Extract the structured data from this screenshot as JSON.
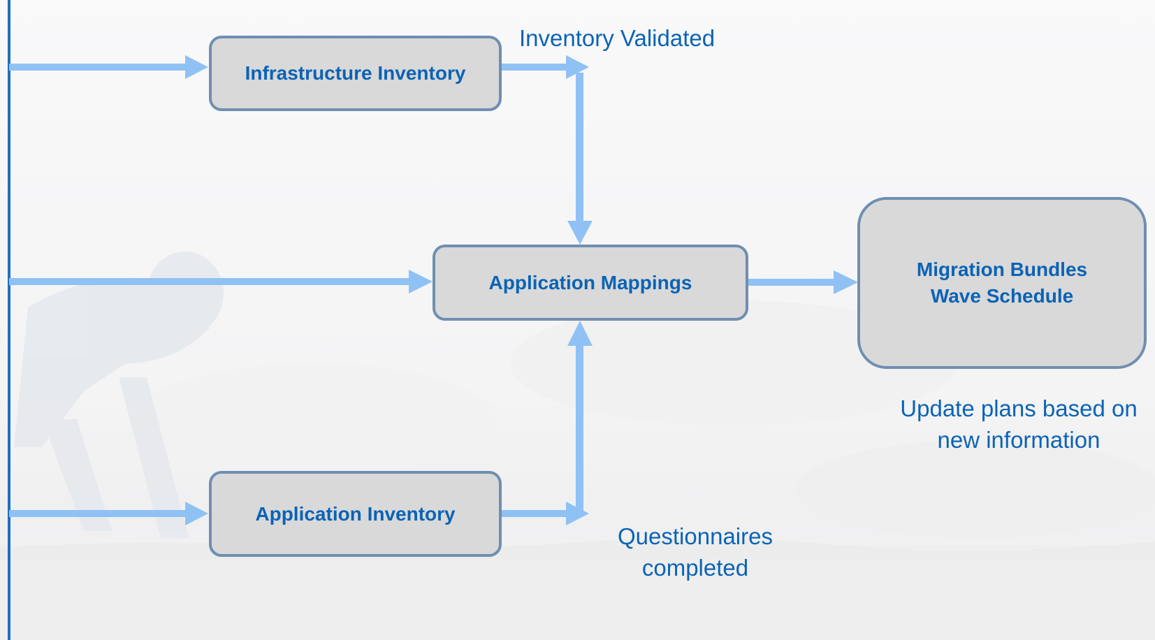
{
  "diagram": {
    "nodes": {
      "infrastructure_inventory": {
        "label": "Infrastructure Inventory"
      },
      "application_mappings": {
        "label": "Application Mappings"
      },
      "application_inventory": {
        "label": "Application Inventory"
      },
      "migration": {
        "line1": "Migration Bundles",
        "line2": "Wave Schedule"
      }
    },
    "notes": {
      "inventory_validated": "Inventory Validated",
      "questionnaires": {
        "line1": "Questionnaires",
        "line2": "completed"
      },
      "update_plans": {
        "line1": "Update plans based on",
        "line2": "new information"
      }
    },
    "edges": [
      {
        "from": "timeline",
        "to": "infrastructure_inventory"
      },
      {
        "from": "infrastructure_inventory",
        "to": "inventory_validated"
      },
      {
        "from": "inventory_validated",
        "to": "application_mappings"
      },
      {
        "from": "timeline",
        "to": "application_mappings"
      },
      {
        "from": "timeline",
        "to": "application_inventory"
      },
      {
        "from": "application_inventory",
        "to": "questionnaires_completed"
      },
      {
        "from": "questionnaires_completed",
        "to": "application_mappings"
      },
      {
        "from": "application_mappings",
        "to": "migration"
      }
    ]
  },
  "colors": {
    "node_fill": "#d9d9d9",
    "node_border": "#6f8fb1",
    "text": "#0b63b5",
    "arrow": "#8fc1f5",
    "timeline": "#1f6fc0"
  }
}
